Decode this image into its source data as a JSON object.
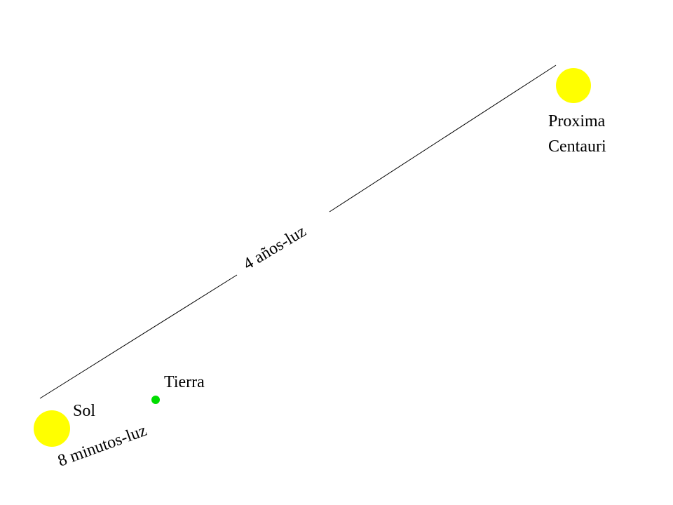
{
  "colors": {
    "background": "#ffffff",
    "star": "#ffff00",
    "earth": "#00dd00",
    "line": "#000000"
  },
  "bodies": {
    "sun": {
      "label": "Sol"
    },
    "earth": {
      "label": "Tierra"
    },
    "proxima": {
      "label_line1": "Proxima",
      "label_line2": "Centauri"
    }
  },
  "distances": {
    "sun_to_proxima": "4 años-luz",
    "sun_to_earth": "8 minutos-luz"
  }
}
